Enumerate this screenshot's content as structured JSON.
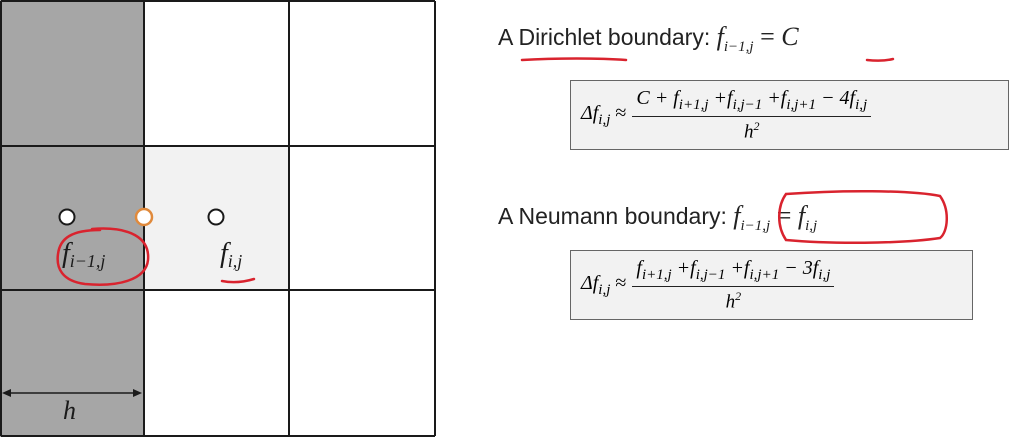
{
  "grid": {
    "colors": {
      "boundary_cell": "#a6a6a6",
      "interior_cell": "#f2f2f2",
      "white_cell": "#ffffff",
      "line": "#1a1a1a"
    },
    "labels": {
      "ghost_value": "f",
      "ghost_sub": "i−1,j",
      "interior_value": "f",
      "interior_sub": "i,j",
      "spacing": "h"
    }
  },
  "dirichlet": {
    "heading_text": "A Dirichlet boundary: ",
    "cond_f": "f",
    "cond_sub": "i−1,j",
    "cond_eq": " = ",
    "cond_rhs": "C",
    "lhs_f": "Δf",
    "lhs_sub": "i,j",
    "approx": " ≈ ",
    "numerator": "C + f",
    "num_sub1": "i+1,j",
    "num_mid1": " +f",
    "num_sub2": "i,j−1",
    "num_mid2": " +f",
    "num_sub3": "i,j+1",
    "num_tail": " − 4f",
    "num_sub4": "i,j",
    "denominator": "h",
    "den_exp": "2"
  },
  "neumann": {
    "heading_text": "A Neumann boundary: ",
    "cond_f": "f",
    "cond_sub": "i−1,j",
    "cond_eq": " = ",
    "cond_rhs_f": "f",
    "cond_rhs_sub": "i,j",
    "lhs_f": "Δf",
    "lhs_sub": "i,j",
    "approx": " ≈ ",
    "numerator": "f",
    "num_sub1": "i+1,j",
    "num_mid1": " +f",
    "num_sub2": "i,j−1",
    "num_mid2": " +f",
    "num_sub3": "i,j+1",
    "num_tail": " − 3f",
    "num_sub4": "i,j",
    "denominator": "h",
    "den_exp": "2"
  },
  "annotation_color": "#d9232e",
  "boundary_node_color": "#e08a3c"
}
